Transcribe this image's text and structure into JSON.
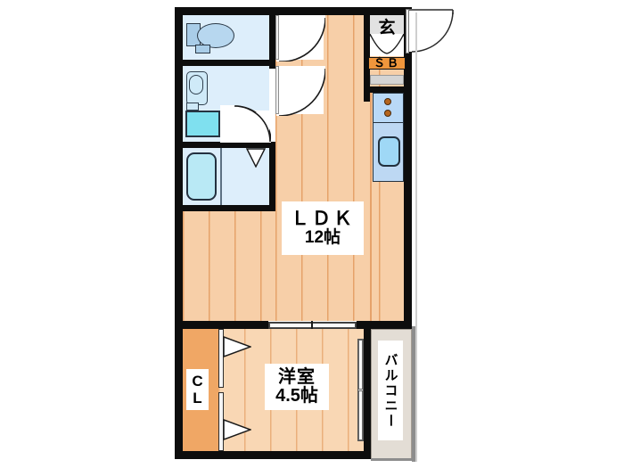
{
  "plan": {
    "type": "japanese-apartment-floor-plan",
    "rooms": [
      {
        "key": "ldk",
        "name_ja": "ＬＤＫ",
        "size": "12帖",
        "label_line1": "ＬＤＫ",
        "label_line2": "12帖"
      },
      {
        "key": "bedroom",
        "name_ja": "洋室",
        "size": "4.5帖",
        "label_line1": "洋室",
        "label_line2": "4.5帖"
      },
      {
        "key": "closet",
        "name_ja": "CL",
        "size": "",
        "label_line1": "C",
        "label_line2": "L"
      },
      {
        "key": "balcony",
        "name_ja": "バルコニー",
        "size": "",
        "label_line1": "バルコニー",
        "label_line2": ""
      },
      {
        "key": "entrance",
        "name_ja": "玄",
        "size": "",
        "label_line1": "玄",
        "label_line2": ""
      },
      {
        "key": "shoebox",
        "name_ja": "ＳＢ",
        "size": "",
        "label_line1": "ＳＢ",
        "label_line2": ""
      }
    ],
    "labels": {
      "ldk_title": "ＬＤＫ",
      "ldk_area": "12帖",
      "bedroom_title": "洋室",
      "bedroom_area": "4.5帖",
      "closet_top": "C",
      "closet_bottom": "L",
      "balcony": "バルコニー",
      "entrance": "玄",
      "shoebox": "ＳＢ"
    },
    "colors": {
      "wall": "#0d0d0d",
      "ldk_floor": "#f7cfa8",
      "room_floor": "#f9d7b4",
      "closet_floor": "#f0a765",
      "wet_floor": "#ddeefb",
      "balcony_floor": "#e3ddd5",
      "entrance_floor": "#e2e2e2",
      "plank_line": "#d87e36",
      "fixture_outline": "#253241",
      "tub_fill": "#b9e9f5",
      "sink_fill": "#9fd8f6",
      "washer_pan": "#7fe0ef",
      "shoebox_bar": "#f0963c",
      "background": "#ffffff"
    },
    "fixtures": [
      {
        "key": "toilet",
        "name": "toilet"
      },
      {
        "key": "washbasin",
        "name": "wash-basin"
      },
      {
        "key": "washer-pan",
        "name": "washing-machine-pan"
      },
      {
        "key": "bathtub",
        "name": "bathtub"
      },
      {
        "key": "kitchen-sink",
        "name": "kitchen-sink"
      },
      {
        "key": "cooktop",
        "name": "two-burner-cooktop"
      }
    ]
  }
}
